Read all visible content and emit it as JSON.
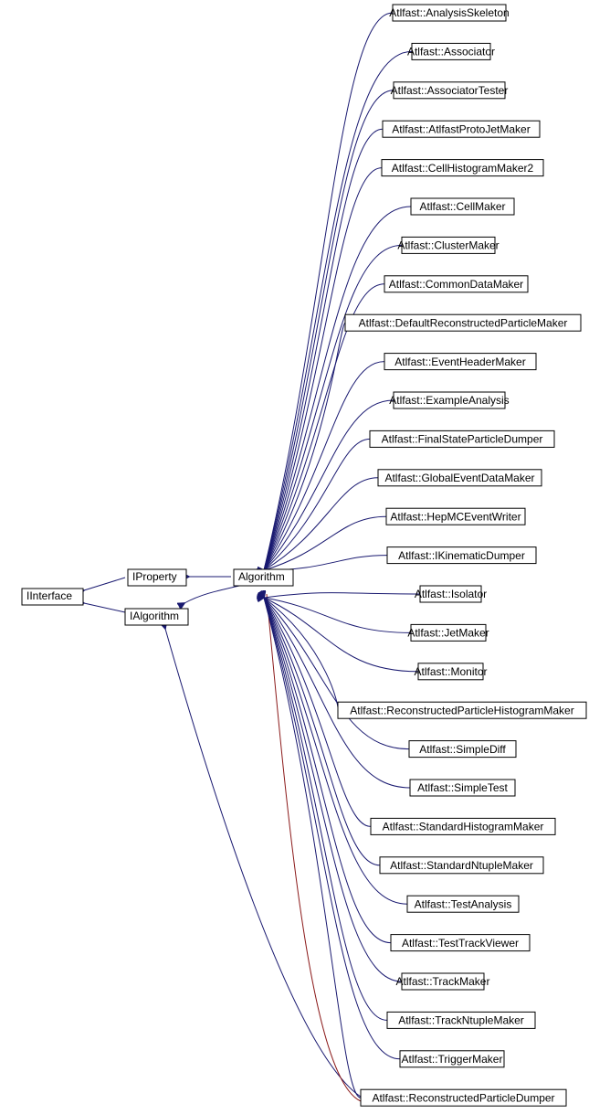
{
  "colors": {
    "edge": "#191970",
    "edge_highlight": "#8b1a1a",
    "node_border": "#000000",
    "background": "#ffffff"
  },
  "nodes": {
    "iinterface": "IInterface",
    "iproperty": "IProperty",
    "ialgorithm": "IAlgorithm",
    "algorithm": "Algorithm"
  },
  "derived": [
    "Atlfast::AnalysisSkeleton",
    "Atlfast::Associator",
    "Atlfast::AssociatorTester",
    "Atlfast::AtlfastProtoJetMaker",
    "Atlfast::CellHistogramMaker2",
    "Atlfast::CellMaker",
    "Atlfast::ClusterMaker",
    "Atlfast::CommonDataMaker",
    "Atlfast::DefaultReconstructedParticleMaker",
    "Atlfast::EventHeaderMaker",
    "Atlfast::ExampleAnalysis",
    "Atlfast::FinalStateParticleDumper",
    "Atlfast::GlobalEventDataMaker",
    "Atlfast::HepMCEventWriter",
    "Atlfast::IKinematicDumper",
    "Atlfast::Isolator",
    "Atlfast::JetMaker",
    "Atlfast::Monitor",
    "Atlfast::ReconstructedParticleHistogramMaker",
    "Atlfast::SimpleDiff",
    "Atlfast::SimpleTest",
    "Atlfast::StandardHistogramMaker",
    "Atlfast::StandardNtupleMaker",
    "Atlfast::TestAnalysis",
    "Atlfast::TestTrackViewer",
    "Atlfast::TrackMaker",
    "Atlfast::TrackNtupleMaker",
    "Atlfast::TriggerMaker",
    "Atlfast::ReconstructedParticleDumper"
  ]
}
